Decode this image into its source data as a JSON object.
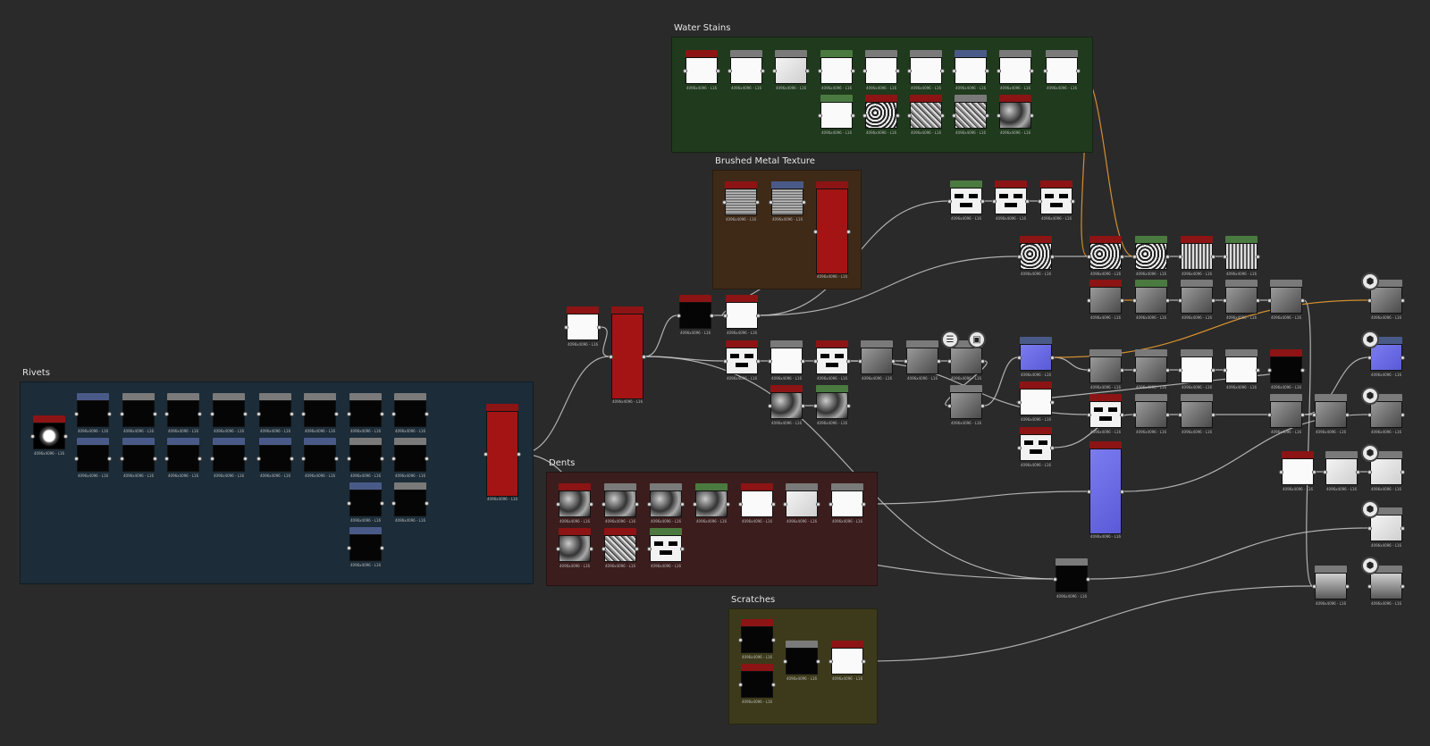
{
  "graph": {
    "frames": [
      {
        "id": "water-stains",
        "title": "Water Stains",
        "color": "#1f3a1c"
      },
      {
        "id": "brushed-metal",
        "title": "Brushed Metal Texture",
        "color": "#3f2a18"
      },
      {
        "id": "rivets",
        "title": "Rivets",
        "color": "#1c2c38"
      },
      {
        "id": "dents",
        "title": "Dents",
        "color": "#3c1d1d"
      },
      {
        "id": "scratches",
        "title": "Scratches",
        "color": "#3c3a1a"
      }
    ],
    "resolution_label": "4096x4096 - L16",
    "output_icons": [
      "cube-icon",
      "cube-icon",
      "cube-icon",
      "cube-icon",
      "cube-icon",
      "cube-icon"
    ],
    "colors": {
      "wire": "#c8c8c8",
      "wire_orange": "#f0a030",
      "header_red": "#8c1414",
      "header_gray": "#7a7a7a",
      "header_blue": "#4a5a88",
      "header_green": "#4a7a40"
    }
  }
}
